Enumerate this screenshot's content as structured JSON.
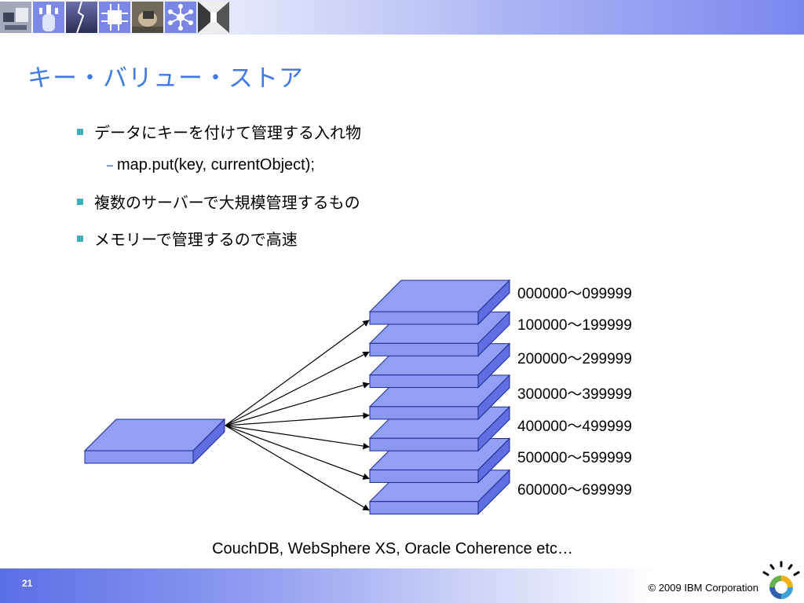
{
  "slide": {
    "title": "キー・バリュー・ストア",
    "bullets": [
      {
        "text": "データにキーを付けて管理する入れ物",
        "sub": "map.put(key, currentObject);"
      },
      {
        "text": "複数のサーバーで大規模管理するもの"
      },
      {
        "text": "メモリーで管理するので高速"
      }
    ],
    "sub_dash": "–",
    "caption": "CouchDB, WebSphere XS, Oracle Coherence etc…"
  },
  "diagram": {
    "ranges": [
      "000000～099999",
      "100000～199999",
      "200000～299999",
      "300000～399999",
      "400000～499999",
      "500000～599999",
      "600000～699999"
    ],
    "colors": {
      "slab_top": "#919ff5",
      "slab_front": "#8a98f2",
      "slab_side": "#5f6ee0",
      "outline": "#1a2a8c",
      "arrow": "#000000"
    }
  },
  "footer": {
    "page_number": "21",
    "copyright": "© 2009 IBM Corporation"
  },
  "banner": {
    "icons": [
      "photo-strip-icon",
      "usb-plug-icon",
      "lightning-icon",
      "circuit-chip-icon",
      "hands-device-icon",
      "network-node-icon",
      "corridor-icon"
    ]
  },
  "colors": {
    "title": "#3f79e6",
    "bullet": "#3bb1b5"
  }
}
